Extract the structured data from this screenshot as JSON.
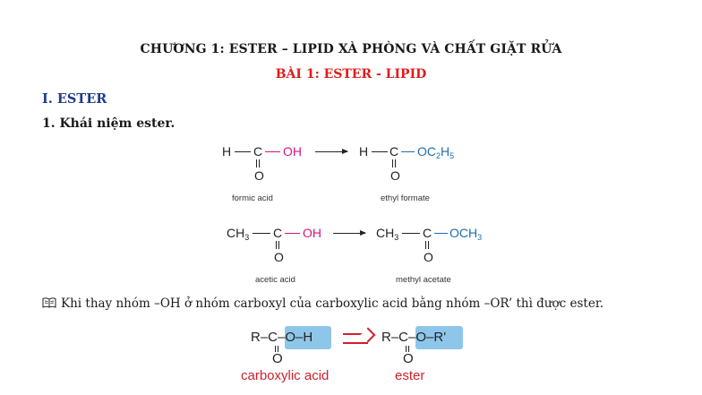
{
  "document": {
    "chapter_title": "CHƯƠNG 1: ESTER – LIPID  XÀ PHÒNG VÀ CHẤT GIẶT RỬA",
    "lesson_title": "BÀI 1: ESTER - LIPID",
    "section_heading": "I. ESTER",
    "subsection_heading": "1. Khái niệm ester.",
    "explanation": "Khi thay nhóm –OH ở nhóm carboxyl của carboxylic acid bằng nhóm –OR’ thì được ester."
  },
  "reactions": {
    "formic": {
      "h": "H",
      "c": "C",
      "o": "O",
      "oh": "OH",
      "h2": "H",
      "c2": "C",
      "o2": "O",
      "oc": "OC",
      "sub2": "2",
      "h5": "H",
      "sub5": "5",
      "caption_left": "formic acid",
      "caption_right": "ethyl formate"
    },
    "acetic": {
      "ch": "CH",
      "sub3": "3",
      "c": "C",
      "o": "O",
      "oh": "OH",
      "ch2": "CH",
      "sub3b": "3",
      "c2": "C",
      "o2": "O",
      "och": "OCH",
      "sub3c": "3",
      "caption_left": "acetic acid",
      "caption_right": "methyl acetate"
    },
    "general": {
      "left": "R–C–O–H",
      "left_o": "O",
      "right": "R–C–O–R'",
      "right_o": "O",
      "label_left": "carboxylic acid",
      "label_right": "ester"
    }
  },
  "colors": {
    "lesson_title": "#e01b1b",
    "section_heading": "#1f3b8c",
    "hydroxyl": "#d6147f",
    "ester_group": "#1d6db3",
    "highlight": "#8ec6ea",
    "general_label": "#d21f2b"
  }
}
